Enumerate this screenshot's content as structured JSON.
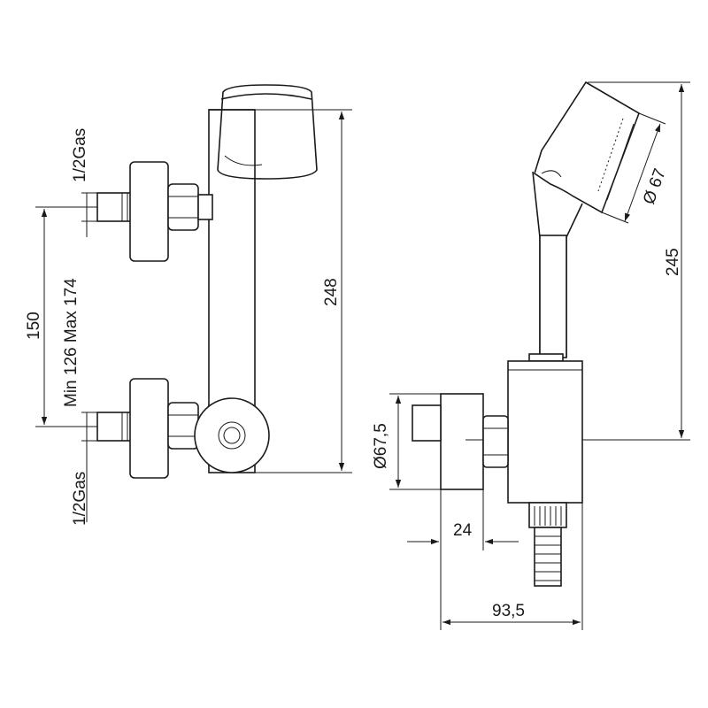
{
  "front_view": {
    "inlet_top_label": "1/2Gas",
    "inlet_bottom_label": "1/2Gas",
    "spacing_range_label": "Min 126 Max 174",
    "spacing_nominal_label": "150",
    "height_label": "248"
  },
  "side_view": {
    "height_label": "245",
    "head_diameter_label": "Ø 67",
    "flange_diameter_label": "Ø67,5",
    "wall_offset_label": "24",
    "depth_label": "93,5"
  }
}
